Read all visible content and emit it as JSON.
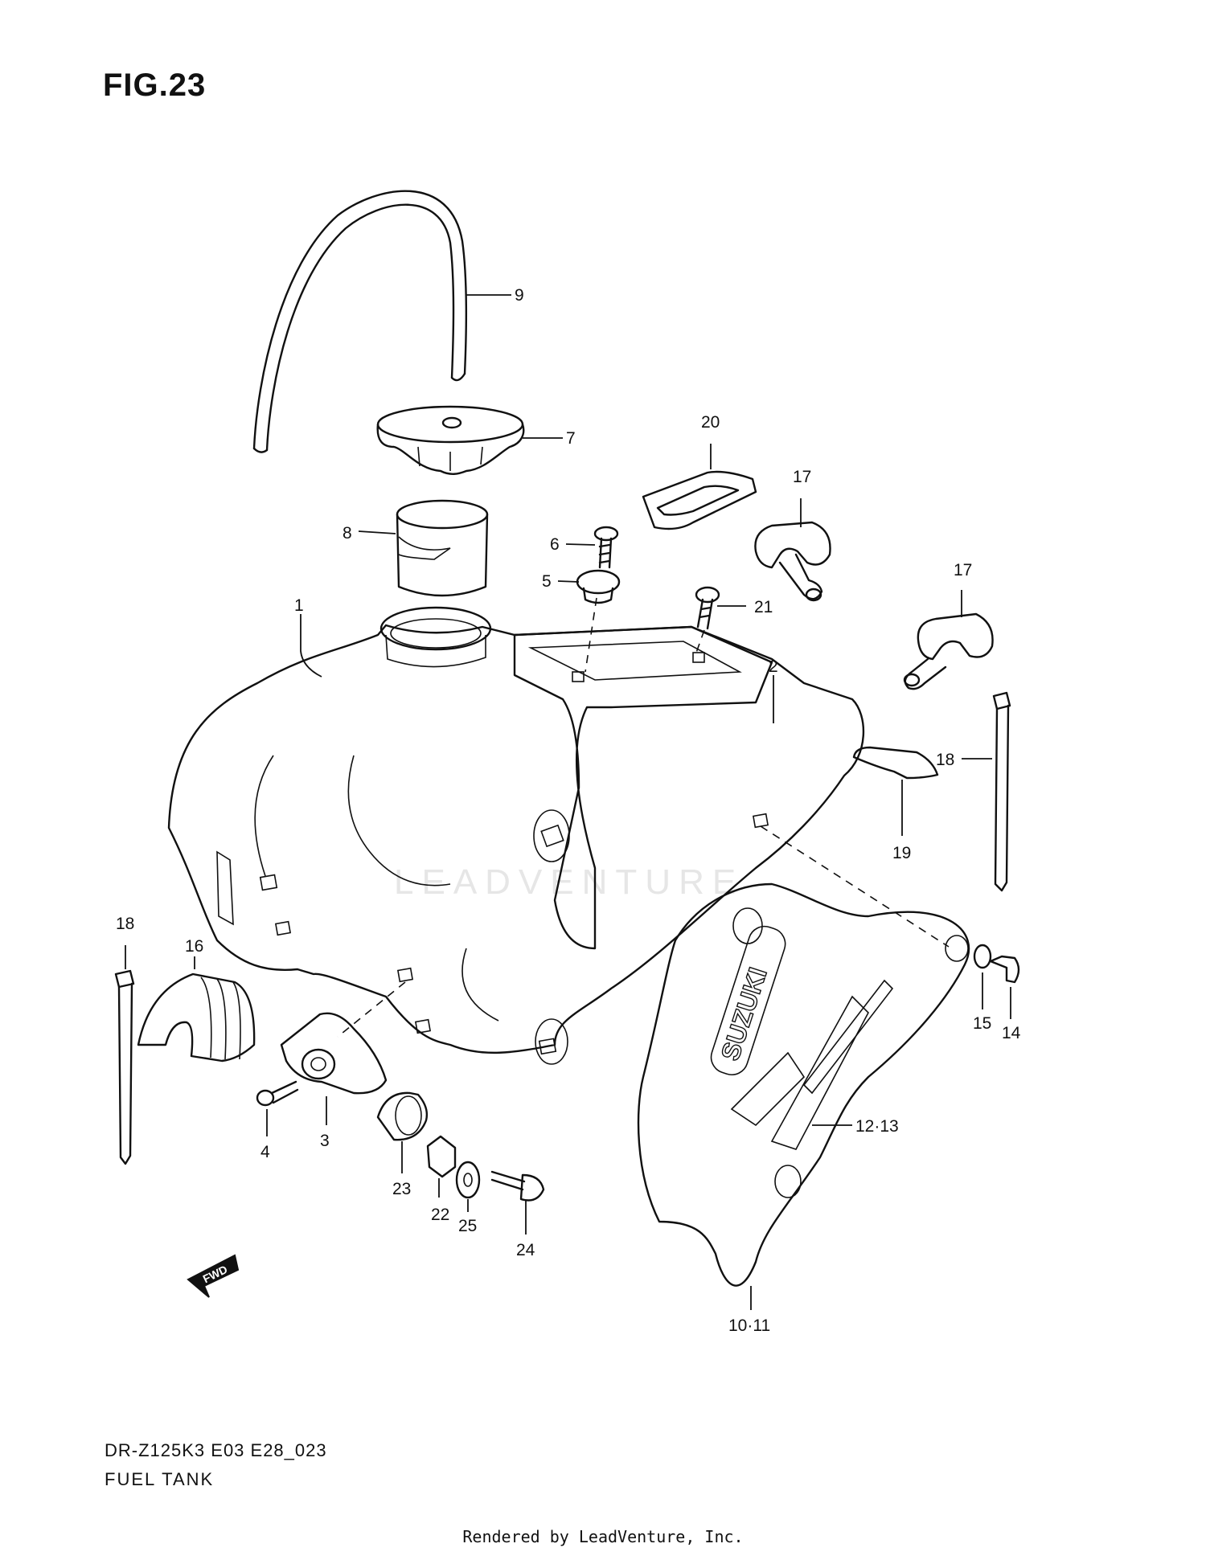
{
  "figure": {
    "title": "FIG.23"
  },
  "watermark": "LEADVENTURE",
  "fwd_label": "FWD",
  "callouts": [
    {
      "id": "1",
      "label": "1"
    },
    {
      "id": "2",
      "label": "2"
    },
    {
      "id": "3",
      "label": "3"
    },
    {
      "id": "4",
      "label": "4"
    },
    {
      "id": "5",
      "label": "5"
    },
    {
      "id": "6",
      "label": "6"
    },
    {
      "id": "7",
      "label": "7"
    },
    {
      "id": "8",
      "label": "8"
    },
    {
      "id": "9",
      "label": "9"
    },
    {
      "id": "10-11",
      "label": "10·11"
    },
    {
      "id": "12-13",
      "label": "12·13"
    },
    {
      "id": "14",
      "label": "14"
    },
    {
      "id": "15",
      "label": "15"
    },
    {
      "id": "16",
      "label": "16"
    },
    {
      "id": "17a",
      "label": "17"
    },
    {
      "id": "17b",
      "label": "17"
    },
    {
      "id": "18a",
      "label": "18"
    },
    {
      "id": "18b",
      "label": "18"
    },
    {
      "id": "19",
      "label": "19"
    },
    {
      "id": "20",
      "label": "20"
    },
    {
      "id": "21",
      "label": "21"
    },
    {
      "id": "22",
      "label": "22"
    },
    {
      "id": "23",
      "label": "23"
    },
    {
      "id": "24",
      "label": "24"
    },
    {
      "id": "25",
      "label": "25"
    }
  ],
  "footer": {
    "model_code": "DR-Z125K3 E03 E28_023",
    "section_name": "FUEL TANK",
    "rendered_by": "Rendered by LeadVenture, Inc."
  }
}
